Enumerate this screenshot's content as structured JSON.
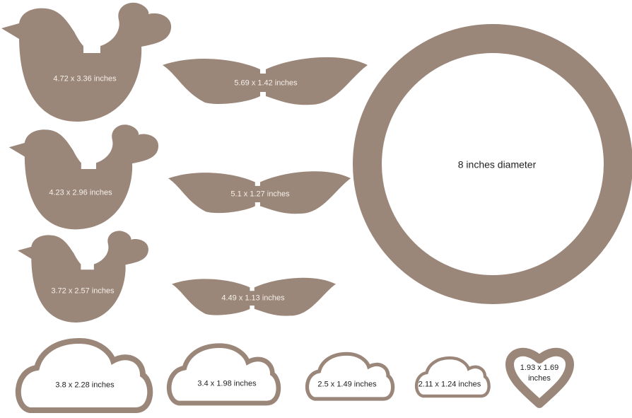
{
  "colors": {
    "shape": "#9b877a",
    "background": "#ffffff"
  },
  "birds": [
    {
      "label": "4.72 x 3.36 inches"
    },
    {
      "label": "4.23 x 2.96 inches"
    },
    {
      "label": "3.72 x 2.57 inches"
    }
  ],
  "wings": [
    {
      "label": "5.69 x 1.42 inches"
    },
    {
      "label": "5.1 x 1.27 inches"
    },
    {
      "label": "4.49 x 1.13 inches"
    }
  ],
  "ring": {
    "label": "8 inches diameter"
  },
  "clouds": [
    {
      "label": "3.8 x 2.28 inches"
    },
    {
      "label": "3.4 x 1.98 inches"
    },
    {
      "label": "2.5 x 1.49 inches"
    },
    {
      "label": "2.11 x 1.24 inches"
    }
  ],
  "heart": {
    "label_line1": "1.93 x 1.69",
    "label_line2": "inches"
  }
}
